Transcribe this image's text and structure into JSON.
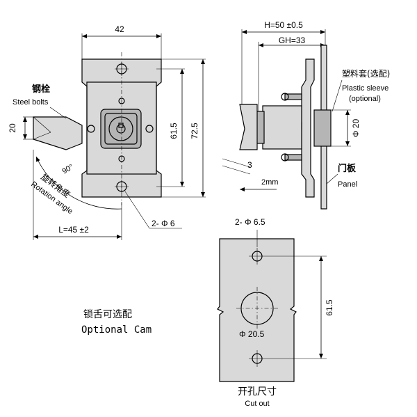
{
  "front_view": {
    "width_dim": "42",
    "height_inner_dim": "61.5",
    "height_outer_dim": "72.5",
    "bolt_height_dim": "20",
    "bolt_label_cn": "钢栓",
    "bolt_label_en": "Steel bolts",
    "rotation_angle": "90°",
    "rotation_label_cn": "旋转角度",
    "rotation_label_en": "Rotation angle",
    "length_dim": "L=45 ±2",
    "holes_dim": "2- Φ 6"
  },
  "side_view": {
    "overall_h_dim": "H=50 ±0.5",
    "gh_dim": "GH=33",
    "sleeve_label_cn": "塑料套(选配)",
    "sleeve_label_en": "Plastic sleeve",
    "sleeve_label_optional": "(optional)",
    "diameter_dim": "Φ 20",
    "step_dim": "3",
    "travel_dim": "2mm",
    "panel_label_cn": "门板",
    "panel_label_en": "Panel"
  },
  "optional_cam": {
    "label_cn": "锁舌可选配",
    "label_en": "Optional Cam"
  },
  "cutout": {
    "holes_dim": "2- Φ 6.5",
    "center_hole_dim": "Φ 20.5",
    "spacing_dim": "61.5",
    "label_cn": "开孔尺寸",
    "label_en": "Cut out"
  }
}
